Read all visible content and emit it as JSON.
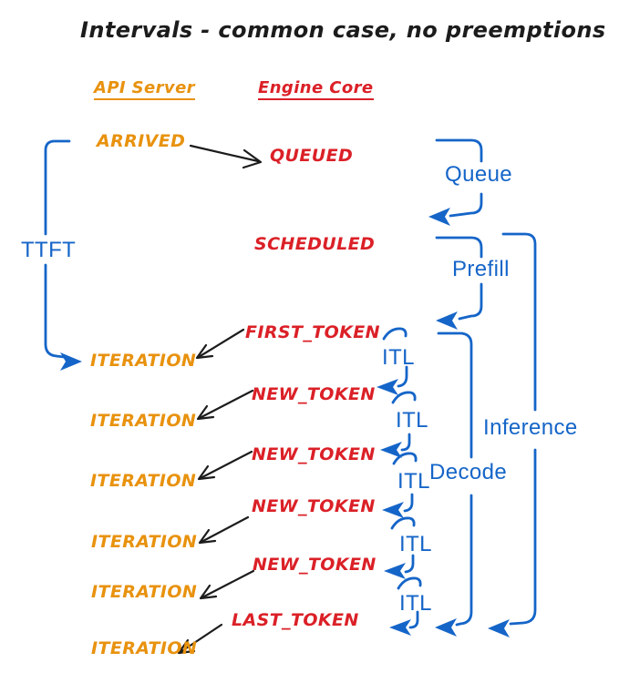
{
  "title": "Intervals - common case, no preemptions",
  "colors": {
    "orange": "#E8920E",
    "red": "#DB2027",
    "blue": "#1565C8",
    "ink": "#1C1C1C",
    "background": "#FFFFFF"
  },
  "columns": {
    "api_server": "API Server",
    "engine_core": "Engine Core"
  },
  "api_rows": [
    "ARRIVED",
    "ITERATION",
    "ITERATION",
    "ITERATION",
    "ITERATION",
    "ITERATION",
    "ITERATION"
  ],
  "engine_rows": [
    "QUEUED",
    "SCHEDULED",
    "FIRST_TOKEN",
    "NEW_TOKEN",
    "NEW_TOKEN",
    "NEW_TOKEN",
    "NEW_TOKEN",
    "LAST_TOKEN"
  ],
  "intervals": {
    "ttft": "TTFT",
    "queue": "Queue",
    "prefill": "Prefill",
    "decode": "Decode",
    "inference": "Inference"
  },
  "itl_labels": [
    "ITL",
    "ITL",
    "ITL",
    "ITL",
    "ITL"
  ]
}
